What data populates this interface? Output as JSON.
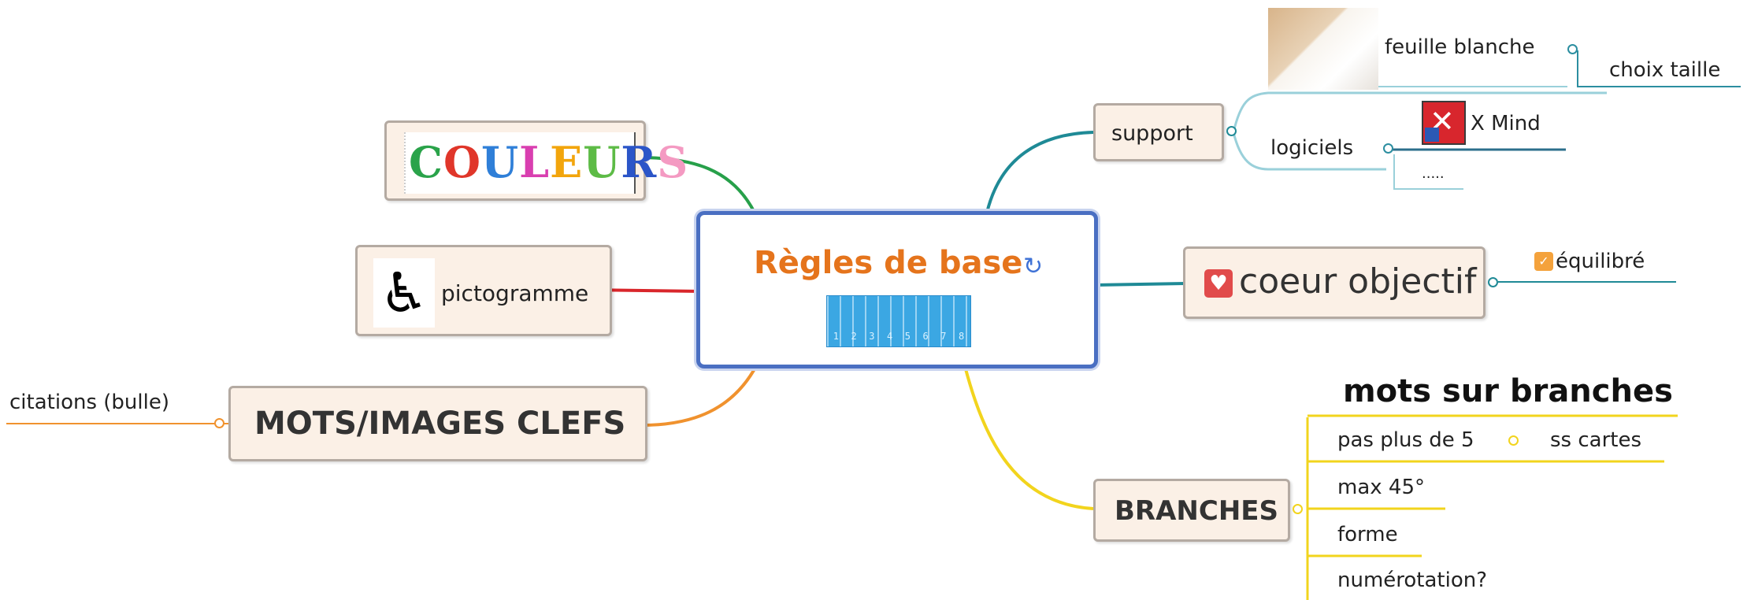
{
  "central": {
    "title": "Règles de base",
    "ruler_numbers": [
      "1",
      "2",
      "3",
      "4",
      "5",
      "6",
      "7",
      "8"
    ]
  },
  "left_topics": {
    "couleurs": {
      "letters": [
        "C",
        "O",
        "U",
        "L",
        "E",
        "U",
        "R",
        "S"
      ],
      "colors": [
        "#2aa34a",
        "#e0362a",
        "#2f7fd8",
        "#d93fb0",
        "#f2a50c",
        "#5dbb46",
        "#2b55c8",
        "#f49ac2"
      ]
    },
    "pictogramme": {
      "label": "pictogramme"
    },
    "mots_images": {
      "label": "MOTS/IMAGES CLEFS",
      "sub": "citations (bulle)"
    }
  },
  "right_topics": {
    "support": {
      "label": "support",
      "feuille": {
        "label": "feuille blanche",
        "child": "choix taille"
      },
      "logiciels": {
        "label": "logiciels",
        "children": [
          "X Mind",
          "....."
        ]
      }
    },
    "coeur": {
      "label": "coeur objectif",
      "child": "équilibré"
    },
    "branches": {
      "label": "BRANCHES",
      "header": "mots sur branches",
      "children": [
        "pas plus de 5",
        "max 45°",
        "forme",
        "numérotation?"
      ],
      "grandchild": "ss cartes"
    }
  },
  "colors": {
    "green": "#27a04a",
    "red": "#d9262b",
    "orange": "#f0922e",
    "teal": "#1f8a96",
    "yellow": "#f2d41d",
    "central_border": "#4a6fc2",
    "central_text": "#e5741c"
  }
}
